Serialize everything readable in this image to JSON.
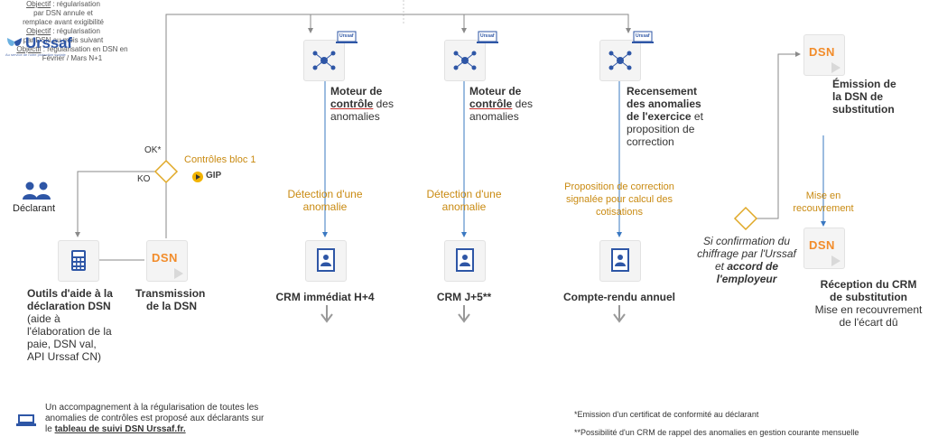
{
  "logo": {
    "name": "Urssaf",
    "tagline": "Au service de notre protection sociale"
  },
  "actor": {
    "label": "Déclarant"
  },
  "decision": {
    "ok": "OK*",
    "ko": "KO",
    "label": "Contrôles bloc 1",
    "gip_text": "GIP"
  },
  "dsn_logo": "DSN",
  "screen_badge": "Urssaf",
  "tools": {
    "title_1": "Outils d'aide à la",
    "title_2": "déclaration DSN",
    "sub_1": "(aide à",
    "sub_2": "l'élaboration de la",
    "sub_3": "paie, DSN val,",
    "sub_4": "API Urssaf CN)"
  },
  "transmission": {
    "line1": "Transmission",
    "line2": "de la DSN"
  },
  "col1": {
    "engine_1": "Moteur de",
    "engine_2": "contrôle",
    "engine_3": " des",
    "engine_4": "anomalies",
    "detect_1": "Détection d'une",
    "detect_2": "anomalie",
    "crm": "CRM immédiat H+4",
    "objective_label": "Objectif",
    "objective_1": " : régularisation",
    "objective_2": "par DSN annule et",
    "objective_3": "remplace avant exigibilité"
  },
  "col2": {
    "engine_1": "Moteur de",
    "engine_2": "contrôle",
    "engine_3": " des",
    "engine_4": "anomalies",
    "detect_1": "Détection d'une",
    "detect_2": "anomalie",
    "crm": "CRM J+5**",
    "objective_label": "Objectif",
    "objective_1": " : régularisation",
    "objective_2": "par DSN au mois suivant"
  },
  "col3": {
    "census_1": "Recensement",
    "census_2": "des anomalies",
    "census_3": "de l'exercice",
    "census_4": " et",
    "census_5": "proposition de",
    "census_6": "correction",
    "proposal_1": "Proposition de correction",
    "proposal_2": "signalée pour calcul des",
    "proposal_3": "cotisations",
    "crm": "Compte-rendu annuel",
    "objective_label": "Objectif",
    "objective_1": " : régularisation en DSN en",
    "objective_2": "Février / Mars N+1"
  },
  "col4": {
    "emission_1": "Émission de",
    "emission_2": "la DSN de",
    "emission_3": "substitution",
    "mise_1": "Mise en",
    "mise_2": "recouvrement",
    "confirm_1": "Si confirmation du",
    "confirm_2": "chiffrage par l'Urssaf",
    "confirm_3": "et ",
    "confirm_4": "accord de",
    "confirm_5": "l'employeur",
    "reception_1": "Réception du CRM",
    "reception_2": "de substitution",
    "reception_3": "Mise en recouvrement",
    "reception_4": "de l'écart dû"
  },
  "footer": {
    "left_1": "Un accompagnement à la régularisation de toutes les",
    "left_2": "anomalies de contrôles est proposé aux déclarants sur",
    "left_3": "le ",
    "left_link": "tableau de suivi DSN Urssaf.fr.",
    "note_1": "*Emission d'un certificat de conformité au déclarant",
    "note_2": "**Possibilité d'un CRM de rappel des anomalies en gestion courante mensuelle"
  },
  "colors": {
    "blue": "#2e56a6",
    "orange": "#c98a11",
    "line": "#8a8a8a",
    "arrow": "#3a78c2"
  }
}
